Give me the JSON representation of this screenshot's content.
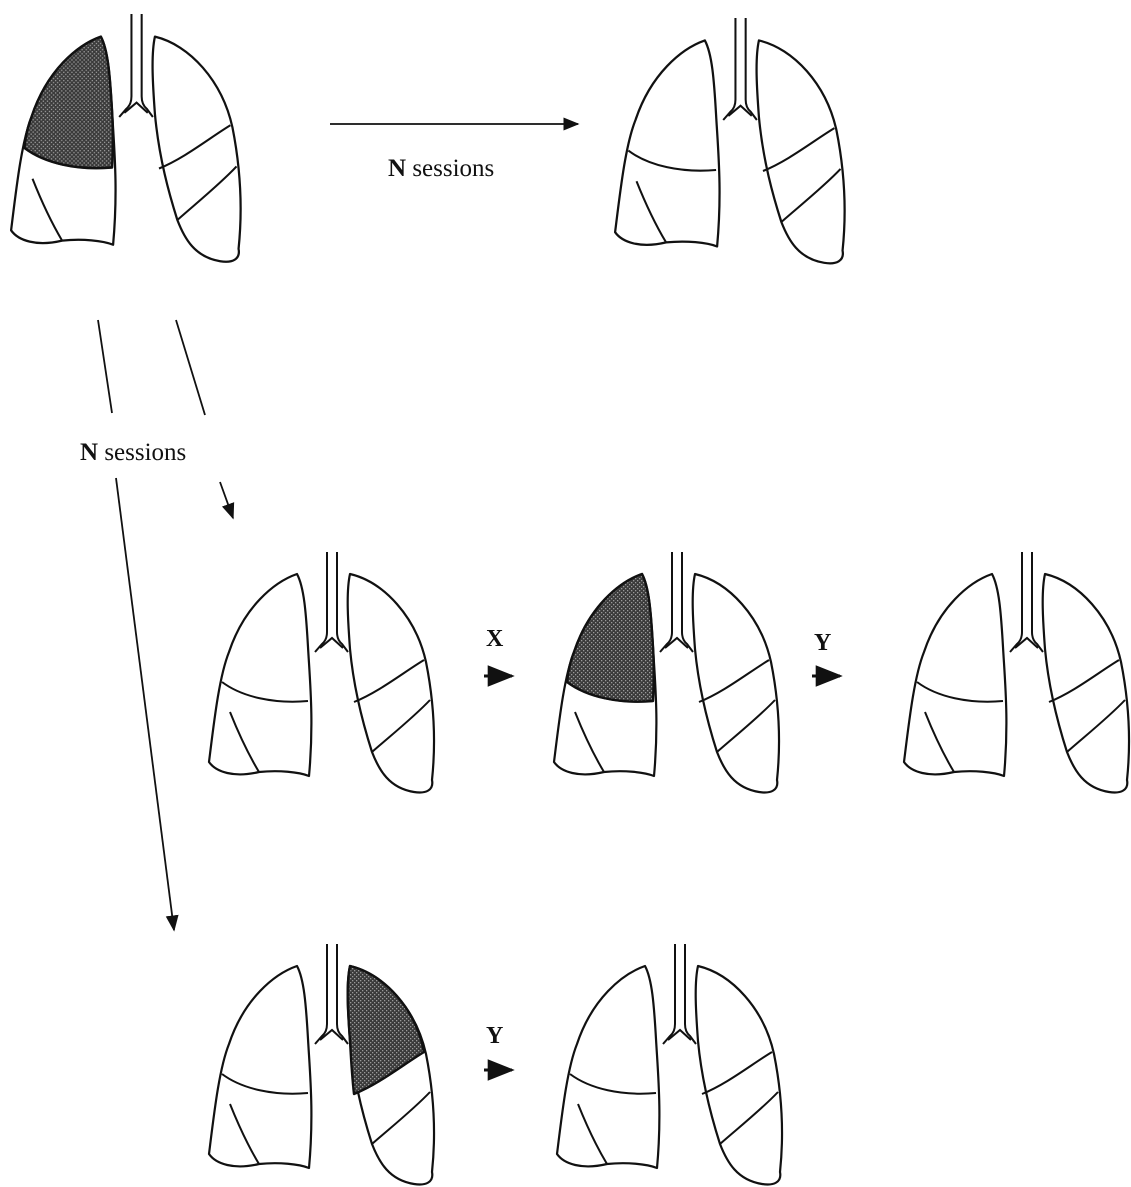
{
  "labels": {
    "top_arrow": {
      "bold": "N",
      "rest": " sessions"
    },
    "left_arrows": {
      "bold": "N",
      "rest": " sessions"
    },
    "x_step": "X",
    "y_step_middle": "Y",
    "y_step_bottom": "Y"
  },
  "colors": {
    "outline": "#111111",
    "shading": "#2b2b2b",
    "background": "#ffffff"
  },
  "lungs": [
    {
      "name": "lung-top-left",
      "shaded_lobe": "right-upper"
    },
    {
      "name": "lung-top-right",
      "shaded_lobe": "none"
    },
    {
      "name": "lung-middle-left",
      "shaded_lobe": "none"
    },
    {
      "name": "lung-middle-center",
      "shaded_lobe": "right-upper"
    },
    {
      "name": "lung-middle-right",
      "shaded_lobe": "none"
    },
    {
      "name": "lung-bottom-left",
      "shaded_lobe": "left-upper"
    },
    {
      "name": "lung-bottom-right",
      "shaded_lobe": "none"
    }
  ]
}
